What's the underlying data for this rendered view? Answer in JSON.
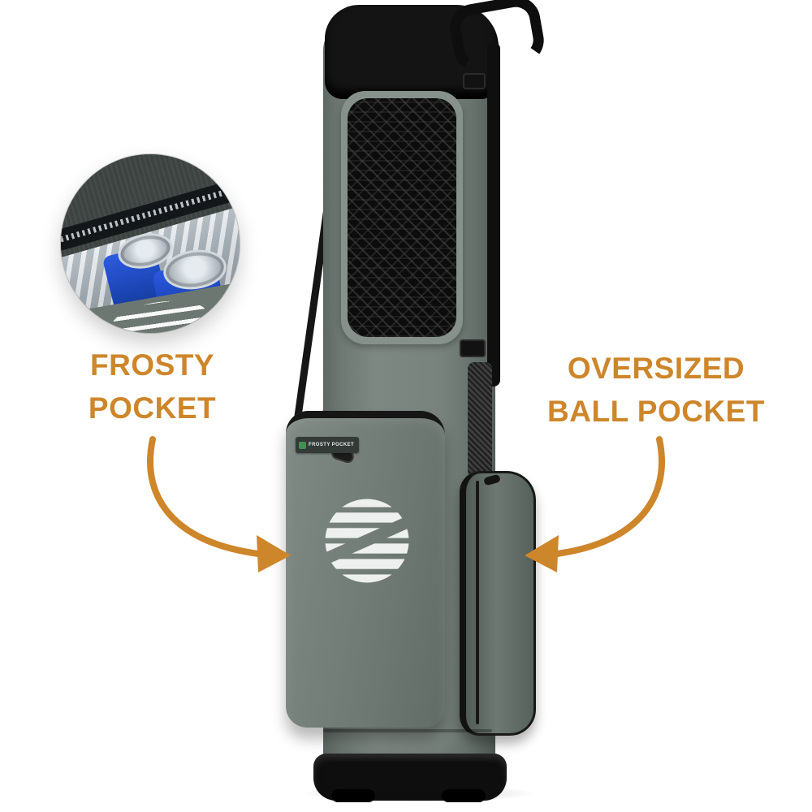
{
  "image": {
    "description": "Product photo of a gray pencil-style golf stand bag with annotated feature callouts",
    "background": "#ffffff"
  },
  "callouts": {
    "frosty": {
      "line1": "FROSTY",
      "line2": "POCKET"
    },
    "oversized": {
      "line1": "OVERSIZED",
      "line2": "BALL POCKET"
    }
  },
  "bag": {
    "frosty_tag_label": "FROSTY POCKET"
  },
  "icons": {
    "left_arrow": "curved-arrow-pointing-right",
    "right_arrow": "curved-arrow-pointing-left",
    "logo": "sunday-golf-striped-circle-logo"
  },
  "colors": {
    "accent_orange": "#CE862B",
    "bag_gray": "#79837E",
    "panel_black": "#0C0C0C",
    "foil_silver": "#C3CAD1",
    "can_blue": "#1E4FD6"
  }
}
